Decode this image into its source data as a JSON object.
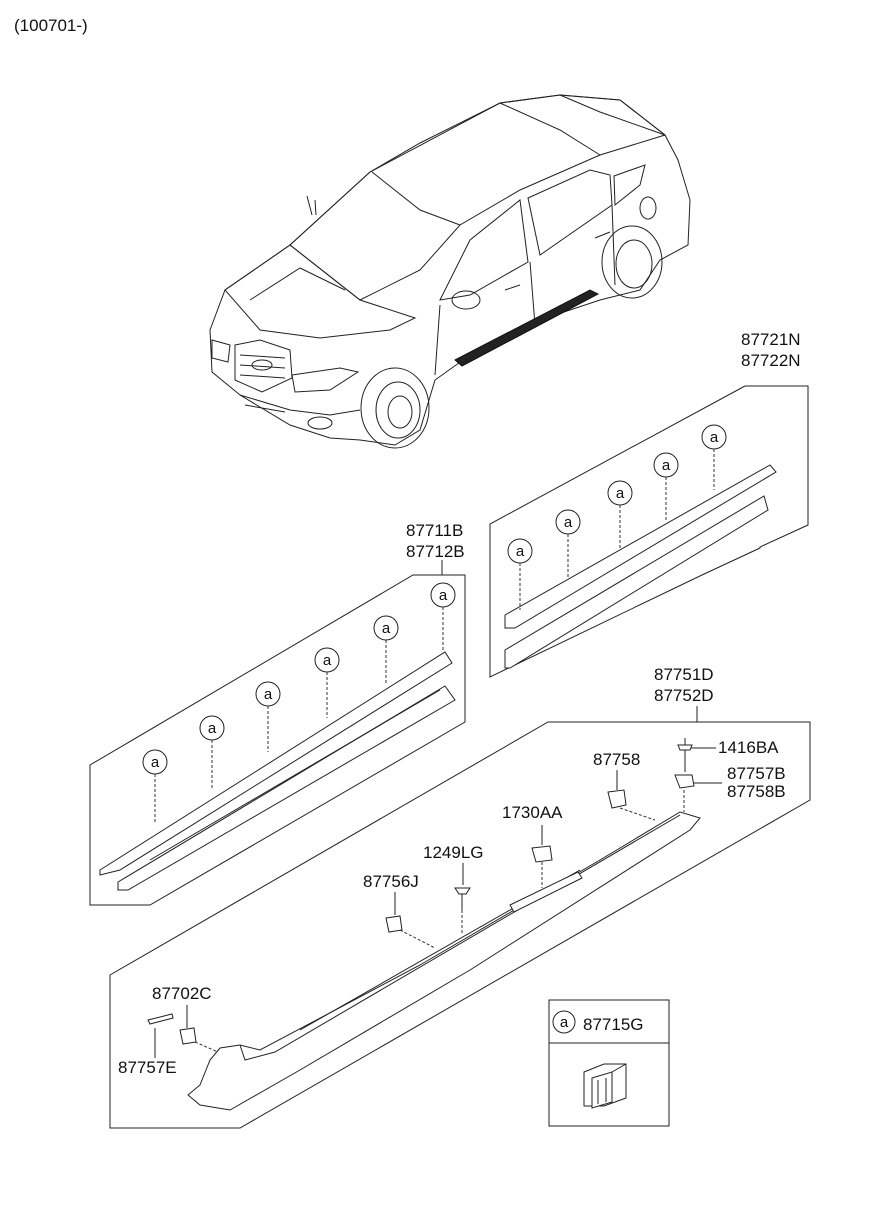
{
  "header": {
    "revision": "(100701-)"
  },
  "callout_symbol": "a",
  "groups": {
    "upper_molding": {
      "part_a": "87721N",
      "part_b": "87722N"
    },
    "lower_molding": {
      "part_a": "87711B",
      "part_b": "87712B"
    },
    "side_sill": {
      "part_a": "87751D",
      "part_b": "87752D"
    }
  },
  "parts": {
    "rivet": "1416BA",
    "clip_top": "87758",
    "clip_pair_a": "87757B",
    "clip_pair_b": "87758B",
    "fastener_clip": "1730AA",
    "screw": "1249LG",
    "clip_side": "87756J",
    "tape": "87702C",
    "clip_end": "87757E"
  },
  "legend": {
    "symbol": "a",
    "part": "87715G"
  }
}
